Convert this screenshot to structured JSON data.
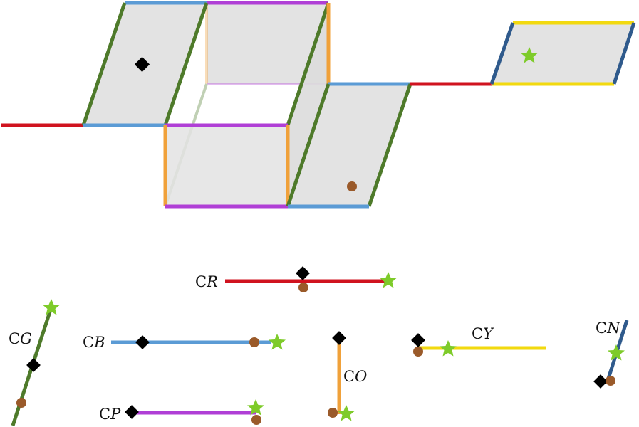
{
  "colors": {
    "red": "#d0131f",
    "blue": "#5b9bd5",
    "purple": "#b03fd6",
    "orange": "#f0a13a",
    "green": "#4e7a2a",
    "navy": "#2f5a8c",
    "yellow": "#f2d90f",
    "face_fill": "#e3e3e3",
    "face_stroke": "#c8c8c8",
    "diamond": "#000000",
    "dot": "#9a5a2a",
    "star": "#7ecb2a"
  },
  "markers": {
    "diamond": "black-diamond",
    "dot": "brown-dot",
    "star": "green-star"
  },
  "segments": [
    {
      "id": "CR",
      "prefix": "C",
      "var": "R",
      "color": "red"
    },
    {
      "id": "CG",
      "prefix": "C",
      "var": "G",
      "color": "green"
    },
    {
      "id": "CB",
      "prefix": "C",
      "var": "B",
      "color": "blue"
    },
    {
      "id": "CO",
      "prefix": "C",
      "var": "O",
      "color": "orange"
    },
    {
      "id": "CY",
      "prefix": "C",
      "var": "Y",
      "color": "yellow"
    },
    {
      "id": "CN",
      "prefix": "C",
      "var": "N",
      "color": "navy"
    },
    {
      "id": "CP",
      "prefix": "C",
      "var": "P",
      "color": "purple"
    }
  ]
}
